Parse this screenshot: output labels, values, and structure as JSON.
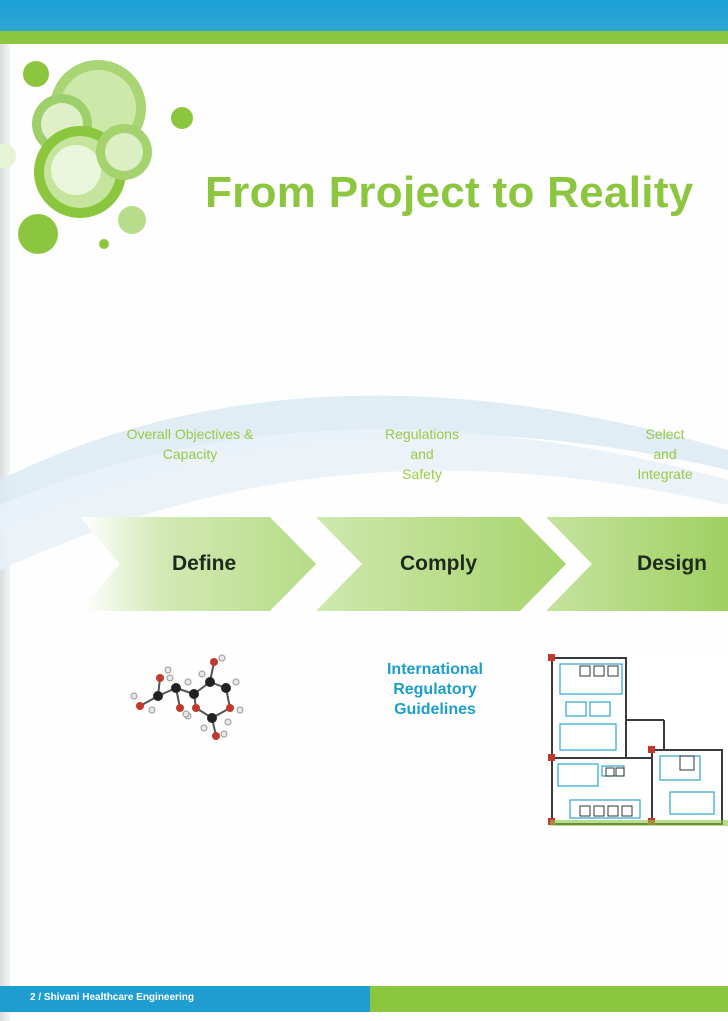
{
  "title": "From Project to Reality",
  "stages": [
    {
      "name": "Define",
      "label_lines": [
        "Overall Objectives &",
        "Capacity"
      ]
    },
    {
      "name": "Comply",
      "label_lines": [
        "Regulations",
        "and",
        "Safety"
      ]
    },
    {
      "name": "Design",
      "label_lines": [
        "Select",
        "and",
        "Integrate"
      ]
    }
  ],
  "guidelines_lines": [
    "International",
    "Regulatory",
    "Guidelines"
  ],
  "footer": "2 / Shivani Healthcare Engineering",
  "colors": {
    "green": "#8cc63f",
    "blue": "#1f9dd1",
    "label_green": "#98ca46",
    "text_blue": "#1b9ec9"
  }
}
